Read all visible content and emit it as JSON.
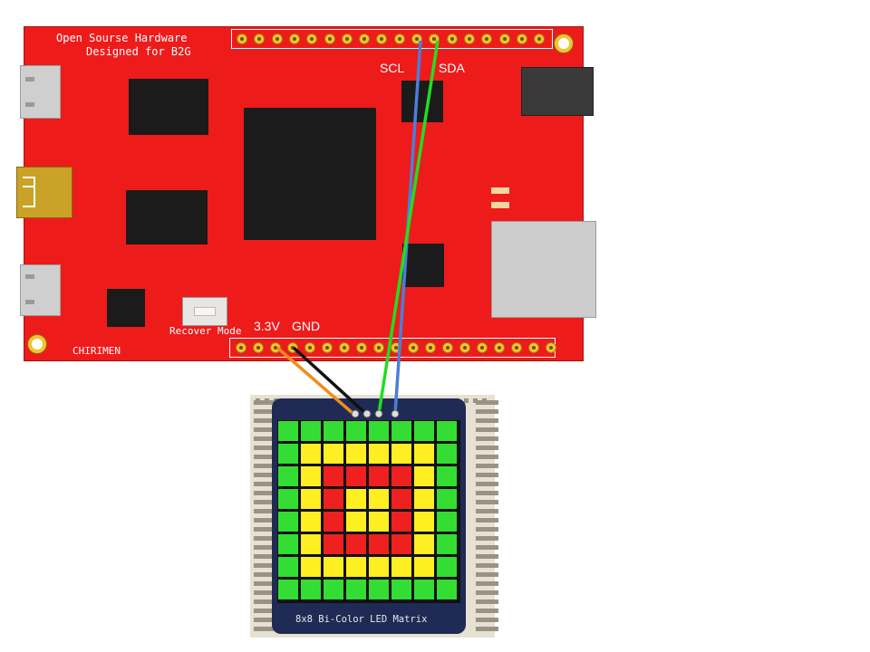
{
  "board": {
    "silk_top_line1": "Open Sourse Hardware",
    "silk_top_line2": "Designed for B2G",
    "silk_recover": "Recover Mode",
    "silk_name": "CHIRIMEN",
    "color": "#ee1b1b"
  },
  "wire_labels": {
    "scl": "SCL",
    "sda": "SDA",
    "v33": "3.3V",
    "gnd": "GND"
  },
  "wires": [
    {
      "name": "SCL",
      "color": "#4a7fd8"
    },
    {
      "name": "SDA",
      "color": "#22dd22"
    },
    {
      "name": "3.3V",
      "color": "#f08c1e"
    },
    {
      "name": "GND",
      "color": "#111111"
    }
  ],
  "matrix": {
    "label": "8x8 Bi-Color LED Matrix",
    "colors": {
      "G": "#33dd33",
      "Y": "#ffee22",
      "R": "#ee2020"
    },
    "rows": [
      "GGGGGGGG",
      "GYYYYYYG",
      "GYRRRRYG",
      "GYRYYRYG",
      "GYRYYRYG",
      "GYRRRRYG",
      "GYYYYYYG",
      "GGGGGGGG"
    ]
  }
}
